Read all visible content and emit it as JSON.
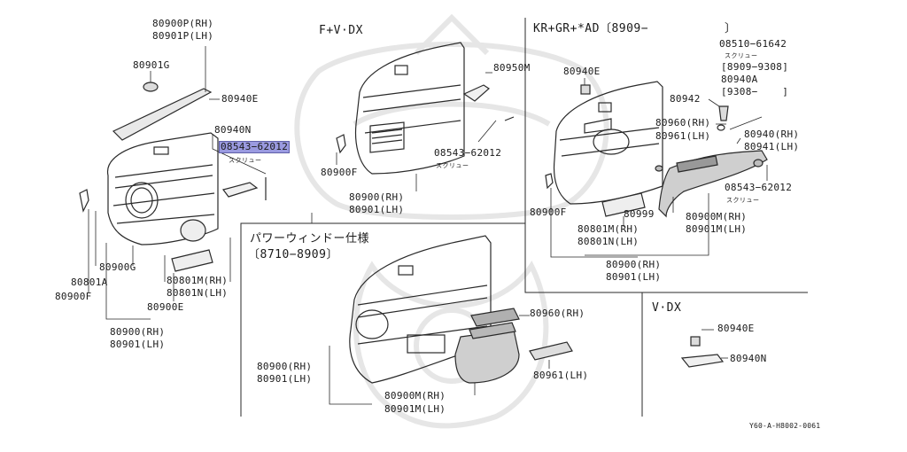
{
  "highlight_color": "#9a9ae0",
  "line_color": "#2a2a2a",
  "watermark_color": "#e6e6e6",
  "sections": {
    "fv_dx": "F+V·DX",
    "kr_gr": "KR+GR+*AD〔8909−",
    "kr_gr_close": "〕",
    "power_window": "パワーウィンドー仕様",
    "power_window_range": "〔8710−8909〕",
    "v_dx": "V·DX"
  },
  "left": {
    "p_rh": "80900P(RH)",
    "p_lh": "80901P(LH)",
    "g": "80901G",
    "e": "80940E",
    "n": "80940N",
    "screw_part": "08543−62012",
    "screw": "スクリュー",
    "g2": "80900G",
    "a": "80801A",
    "f": "80900F",
    "m_rh": "80801M(RH)",
    "n_lh": "80801N(LH)",
    "e2": "80900E",
    "rh": "80900(RH)",
    "lh": "80901(LH)"
  },
  "fv": {
    "m": "80950M",
    "screw_part": "08543−62012",
    "screw": "スクリュー",
    "f": "80900F",
    "rh": "80900(RH)",
    "lh": "80901(LH)"
  },
  "kr": {
    "e": "80940E",
    "screw_part": "08510−61642",
    "screw": "スクリュー",
    "range1": "[8909−9308]",
    "a": "80940A",
    "range2": "[9308−    ]",
    "p942": "80942",
    "m960": "80960(RH)",
    "m961": "80961(LH)",
    "p940": "80940(RH)",
    "p941": "80941(LH)",
    "screw_part2": "08543−62012",
    "screw2": "スクリュー",
    "f": "80900F",
    "p999": "80999",
    "m801": "80801M(RH)",
    "n801": "80801N(LH)",
    "m900": "80900M(RH)",
    "m901": "80901M(LH)",
    "rh": "80900(RH)",
    "lh": "80901(LH)"
  },
  "pw": {
    "p960": "80960(RH)",
    "rh": "80900(RH)",
    "lh": "80901(LH)",
    "p961": "80961(LH)",
    "m900": "80900M(RH)",
    "m901": "80901M(LH)"
  },
  "vdx": {
    "e": "80940E",
    "n": "80940N"
  },
  "reference": "Y60-A-H8002-0061"
}
